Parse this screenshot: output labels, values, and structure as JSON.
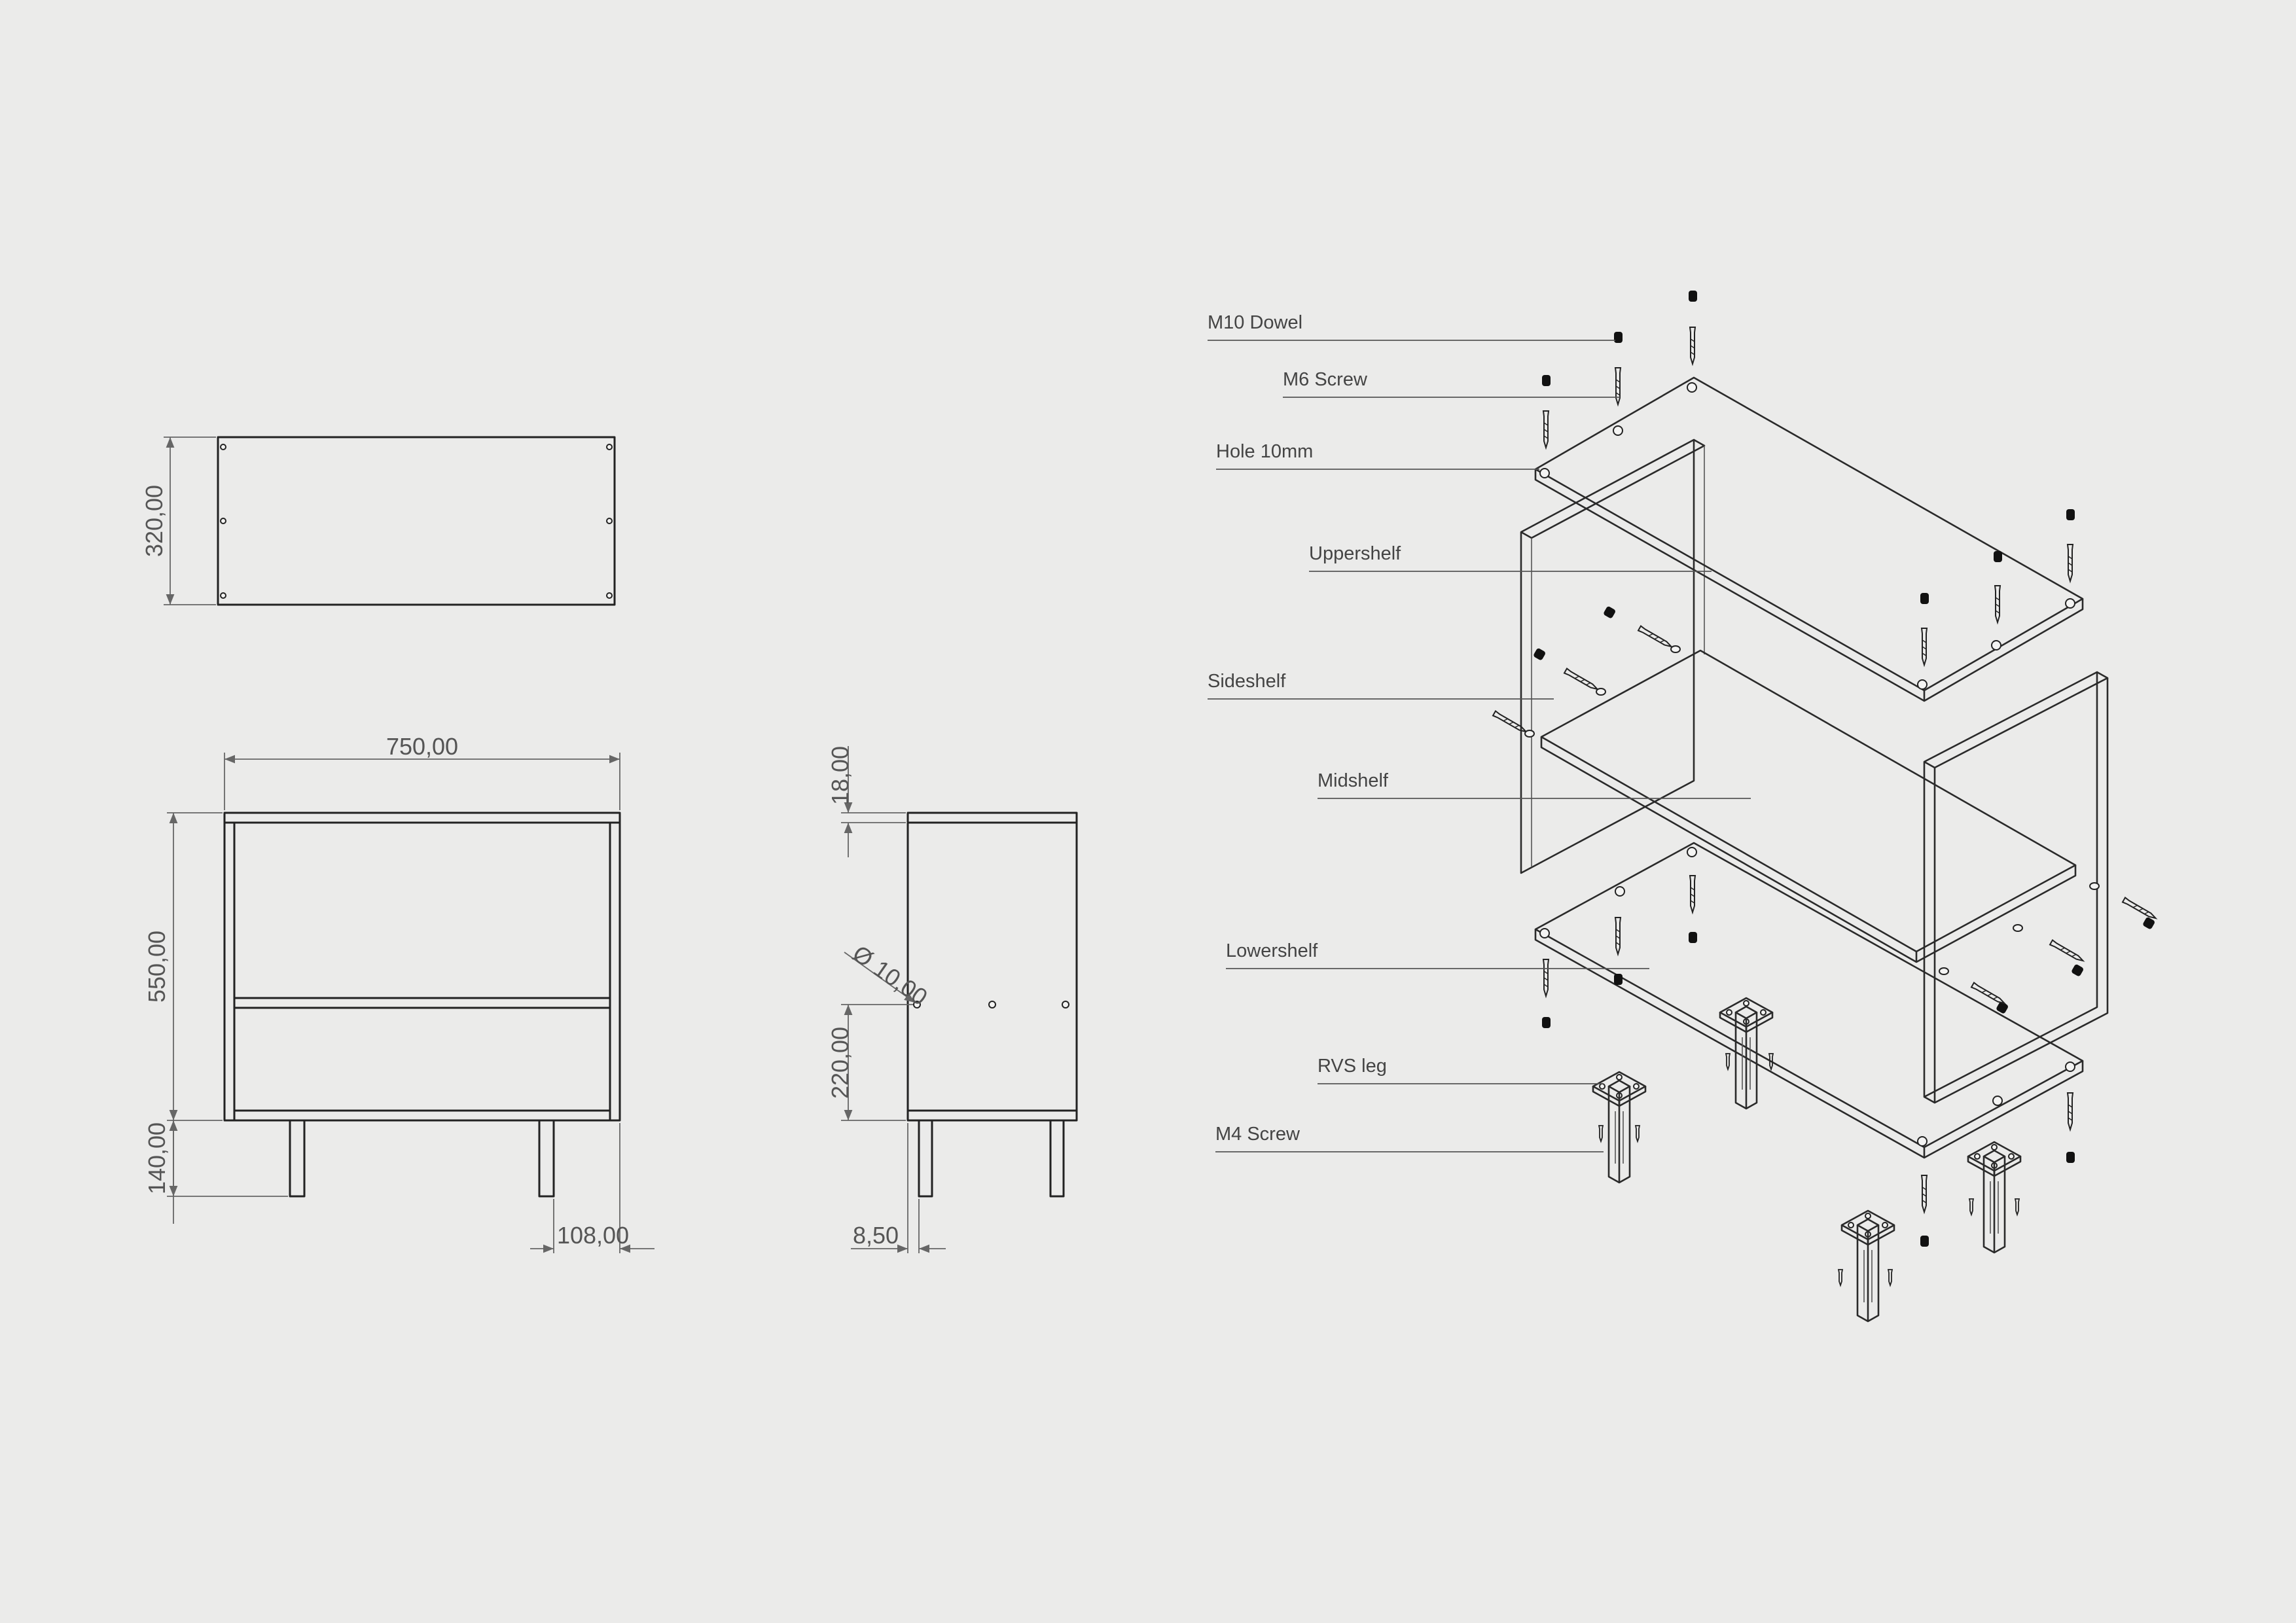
{
  "dimensions": {
    "depth": "320,00",
    "width": "750,00",
    "height": "550,00",
    "leg_height": "140,00",
    "leg_offset": "108,00",
    "panel_thickness": "18,00",
    "hole_diameter": "10,00",
    "hole_height": "220,00",
    "side_offset": "8,50"
  },
  "parts": {
    "m10_dowel": "M10 Dowel",
    "m6_screw": "M6 Screw",
    "hole": "Hole 10mm",
    "uppershelf": "Uppershelf",
    "sideshelf": "Sideshelf",
    "midshelf": "Midshelf",
    "lowershelf": "Lowershelf",
    "rvs_leg": "RVS leg",
    "m4_screw": "M4 Screw"
  },
  "colors": {
    "paper": "#ebebea",
    "line": "#222222"
  }
}
